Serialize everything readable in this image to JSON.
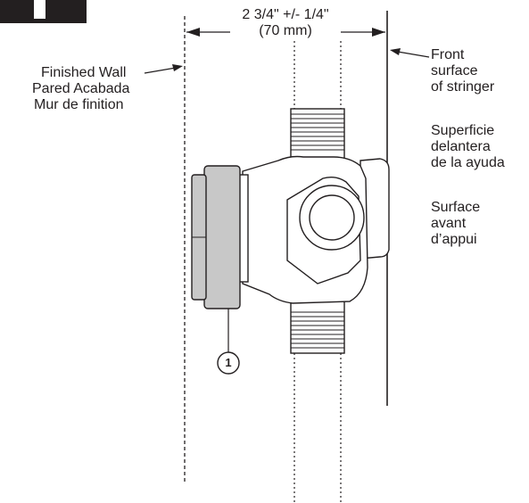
{
  "dimension": {
    "imperial": "2 3/4\" +/- 1/4\"",
    "metric": "(70 mm)"
  },
  "finished_wall": {
    "en": "Finished Wall",
    "es": "Pared Acabada",
    "fr": "Mur de finition"
  },
  "front_surface": {
    "en": [
      "Front",
      "surface",
      "of stringer"
    ],
    "es": [
      "Superficie",
      "delantera",
      "de la ayuda"
    ],
    "fr": [
      "Surface",
      "avant",
      "d’appui"
    ]
  },
  "callout": "1",
  "colors": {
    "ink": "#231f20",
    "body_fill": "#ffffff",
    "trim_cap": "#c8c8c8",
    "trim_cap_face": "#b9b9b9",
    "background": "#ffffff"
  }
}
